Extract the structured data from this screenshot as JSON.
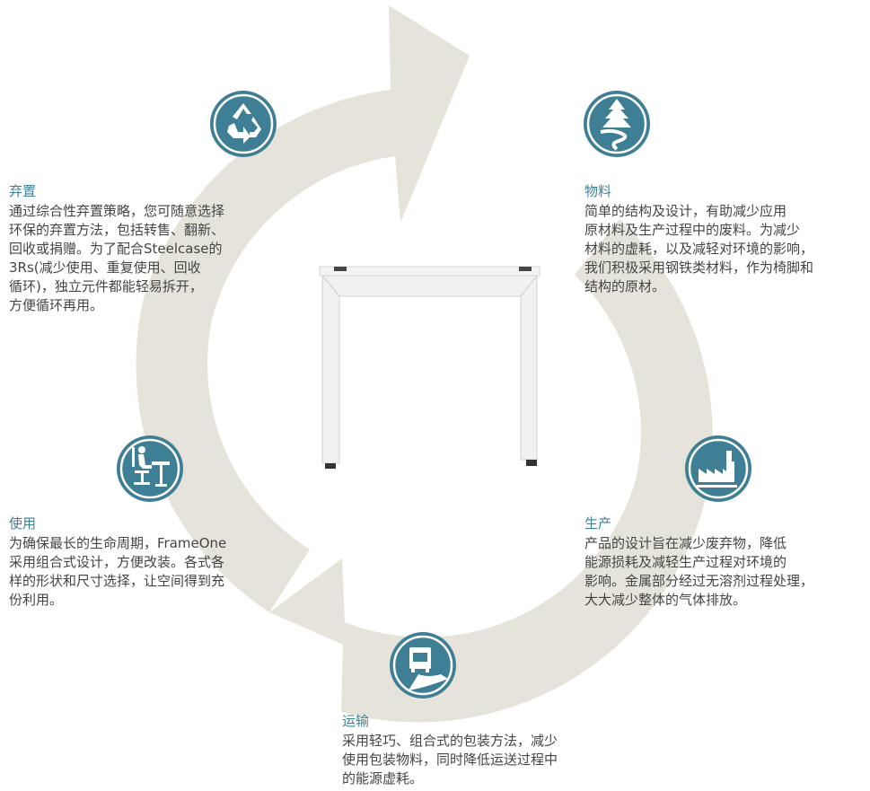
{
  "colors": {
    "ring": "#e5e3da",
    "icon_fill": "#3f7f96",
    "title": "#3f7f96",
    "text": "#444444"
  },
  "stages": {
    "disposal": {
      "icon": "recycle-icon",
      "title": "弃置",
      "lines": [
        "通过综合性弃置策略，您可随意选择",
        "环保的弃置方法，包括转售、翻新、",
        "回收或捐赠。为了配合Steelcase的",
        "3Rs(减少使用、重复使用、回收",
        "循环)，独立元件都能轻易拆开，",
        "方便循环再用。"
      ]
    },
    "material": {
      "icon": "tree-icon",
      "title": "物料",
      "lines": [
        "简单的结构及设计，有助减少应用",
        "原材料及生产过程中的废料。为减少",
        "材料的虚耗，以及减轻对环境的影响，",
        "我们积极采用钢铁类材料，作为椅脚和",
        "结构的原材。"
      ]
    },
    "production": {
      "icon": "factory-icon",
      "title": "生产",
      "lines": [
        "产品的设计旨在减少废弃物，降低",
        "能源损耗及减轻生产过程对环境的",
        "影响。金属部分经过无溶剂过程处理，",
        "大大减少整体的气体排放。"
      ]
    },
    "transport": {
      "icon": "truck-icon",
      "title": "运输",
      "lines": [
        "采用轻巧、组合式的包装方法，减少",
        "使用包装物料，同时降低运送过程中",
        "的能源虚耗。"
      ]
    },
    "usage": {
      "icon": "person-at-desk-icon",
      "title": "使用",
      "lines": [
        "为确保最长的生命周期，FrameOne",
        "采用组合式设计，方便改装。各式各",
        "样的形状和尺寸选择，让空间得到充",
        "份利用。"
      ]
    }
  }
}
